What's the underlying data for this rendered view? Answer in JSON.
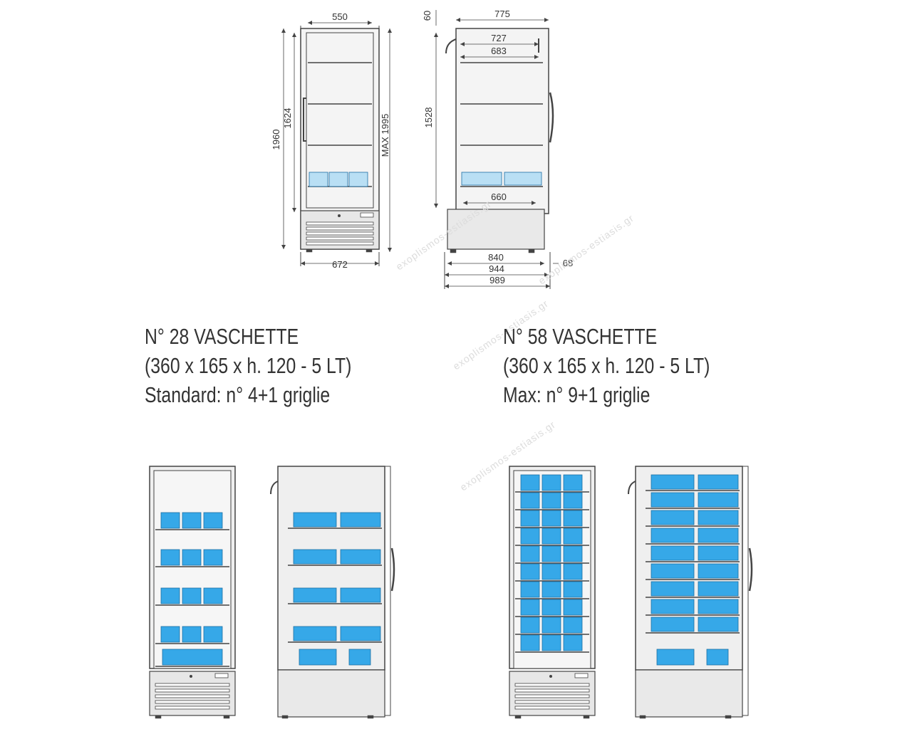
{
  "top_dimensions": {
    "front": {
      "width_top": "550",
      "height_outer": "1960",
      "height_inner": "1624",
      "height_max": "MAX 1995",
      "base_width": "672"
    },
    "side": {
      "top_gap": "60",
      "depth_top": "775",
      "inner_727": "727",
      "inner_683": "683",
      "height_1528": "1528",
      "bottom_660": "660",
      "base_840": "840",
      "base_944": "944",
      "base_989": "989",
      "door_68": "68"
    }
  },
  "captions": {
    "left": {
      "line1": "N° 28 VASCHETTE",
      "line2": "(360 x 165 x h. 120 - 5 LT)",
      "line3": "Standard: n° 4+1 griglie"
    },
    "right": {
      "line1": "N° 58 VASCHETTE",
      "line2": "(360 x 165 x h. 120 - 5 LT)",
      "line3": "Max: n° 9+1 griglie"
    }
  },
  "watermark": "exoplismos-estiasis.gr",
  "colors": {
    "outline": "#444444",
    "cabinet_fill": "#eeeeee",
    "pan_blue": "#36a8e8",
    "pan_light": "#b9dff4"
  }
}
